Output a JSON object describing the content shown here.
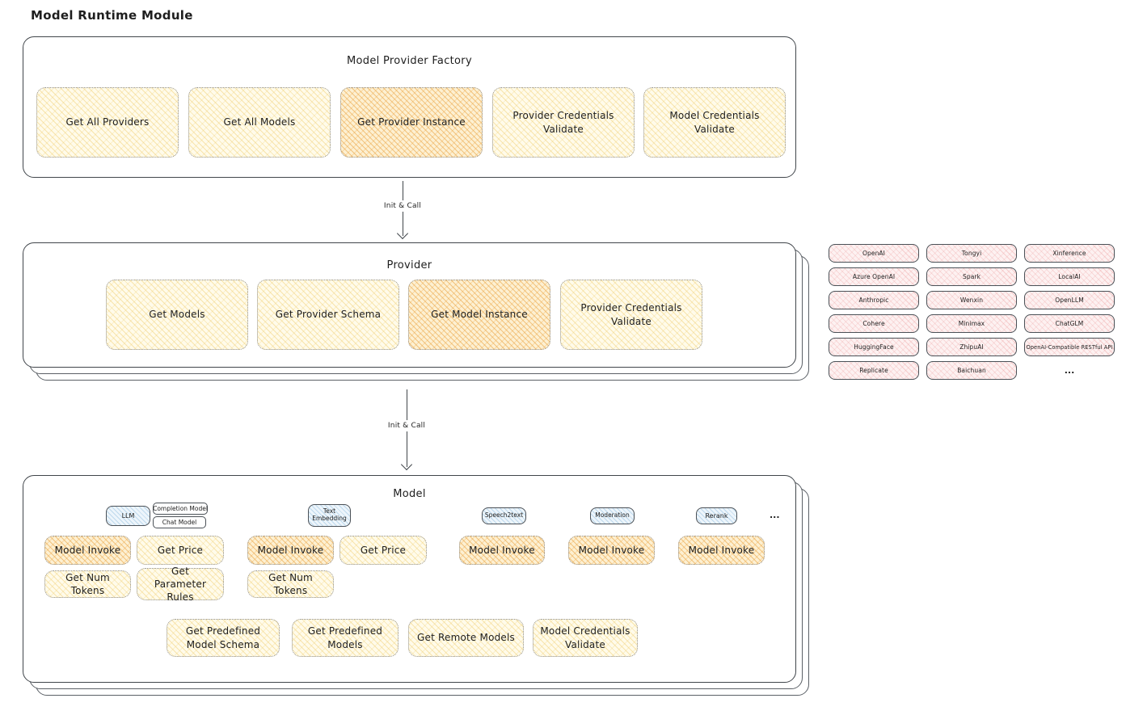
{
  "page_title": "Model Runtime Module",
  "factory": {
    "title": "Model Provider Factory",
    "items": [
      "Get All Providers",
      "Get All Models",
      "Get Provider Instance",
      "Provider Credentials Validate",
      "Model Credentials Validate"
    ]
  },
  "arrows": {
    "init_call_1": "Init & Call",
    "init_call_2": "Init & Call"
  },
  "provider": {
    "title": "Provider",
    "items": [
      "Get Models",
      "Get Provider Schema",
      "Get Model Instance",
      "Provider Credentials Validate"
    ]
  },
  "providers": {
    "items": [
      "OpenAI",
      "Tongyi",
      "Xinference",
      "Azure OpenAI",
      "Spark",
      "LocalAI",
      "Anthropic",
      "Wenxin",
      "OpenLLM",
      "Cohere",
      "Minimax",
      "ChatGLM",
      "HuggingFace",
      "ZhipuAI",
      "OpenAI-Compatible RESTful API",
      "Replicate",
      "Baichuan"
    ],
    "more": "..."
  },
  "model": {
    "title": "Model",
    "tags": {
      "llm": "LLM",
      "completion": "Completion Model",
      "chat": "Chat Model",
      "text_embedding": "Text Embedding",
      "speech2text": "Speech2text",
      "moderation": "Moderation",
      "rerank": "Rerank",
      "more": "..."
    },
    "functions": {
      "model_invoke": "Model Invoke",
      "get_price": "Get Price",
      "get_num_tokens": "Get Num Tokens",
      "get_parameter_rules": "Get Parameter Rules",
      "get_predefined_model_schema": "Get Predefined Model Schema",
      "get_predefined_models": "Get Predefined Models",
      "get_remote_models": "Get Remote Models",
      "model_credentials_validate": "Model Credentials Validate"
    }
  },
  "colors": {
    "stroke": "#41464b",
    "yellow_fill": "#fffbea",
    "yellow_hatch": "#f0cd6e",
    "orange_fill": "#fdf0d2",
    "orange_hatch": "#eaa03a",
    "pink_fill": "#fdf1f1",
    "pink_hatch": "#eb9696",
    "blue_fill": "#edf5fb",
    "blue_hatch": "#7db2d9"
  }
}
